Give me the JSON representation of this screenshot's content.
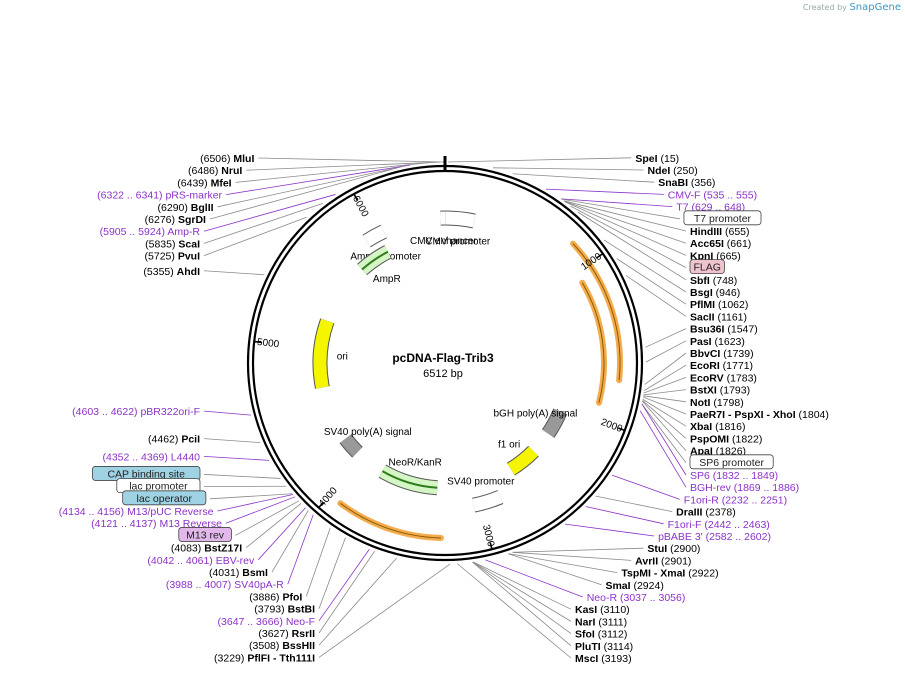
{
  "credit": {
    "prefix": "Created by",
    "brand": "SnapGene"
  },
  "plasmid": {
    "name": "pcDNA-Flag-Trib3",
    "size_label": "6512 bp",
    "length": 6512
  },
  "colors": {
    "site": "#000000",
    "primer": "#8b32c8",
    "leader": "#8a8a8a",
    "purpleLine": "#8b32c8",
    "backbone": "#000000",
    "orange": "#f2a33a",
    "green": "#72c23b",
    "yellow": "#f5f500",
    "grey": "#999999",
    "flagFill": "#f0c4cf",
    "lacFill": "#9fd2e2",
    "m13Fill": "#e2b8ec"
  },
  "ticks": [
    {
      "label": "1000",
      "pos": 1000
    },
    {
      "label": "2000",
      "pos": 2000
    },
    {
      "label": "3000",
      "pos": 3000
    },
    {
      "label": "4000",
      "pos": 4000
    },
    {
      "label": "5000",
      "pos": 5000
    },
    {
      "label": "6000",
      "pos": 6000
    }
  ],
  "labels": [
    {
      "name": "SpeI",
      "pos": 15,
      "side": "R",
      "kind": "site",
      "pre": "",
      "post": "(15)"
    },
    {
      "name": "NdeI",
      "pos": 250,
      "side": "R",
      "kind": "site",
      "pre": "",
      "post": "(250)"
    },
    {
      "name": "SnaBI",
      "pos": 356,
      "side": "R",
      "kind": "site",
      "pre": "",
      "post": "(356)"
    },
    {
      "name": "CMV-F",
      "pos": 545,
      "side": "R",
      "kind": "primer",
      "pre": "",
      "post": "(535 .. 555)"
    },
    {
      "name": "T7",
      "pos": 638,
      "side": "R",
      "kind": "primer",
      "pre": "",
      "post": "(629 .. 648)"
    },
    {
      "name": "T7 promoter",
      "pos": 640,
      "side": "R",
      "kind": "box",
      "box": "white",
      "pre": "",
      "post": ""
    },
    {
      "name": "HindIII",
      "pos": 655,
      "side": "R",
      "kind": "site",
      "pre": "",
      "post": "(655)"
    },
    {
      "name": "Acc65I",
      "pos": 661,
      "side": "R",
      "kind": "site",
      "pre": "",
      "post": "(661)"
    },
    {
      "name": "KpnI",
      "pos": 665,
      "side": "R",
      "kind": "site",
      "pre": "",
      "post": "(665)"
    },
    {
      "name": "FLAG",
      "pos": 700,
      "side": "R",
      "kind": "box",
      "box": "flag",
      "pre": "",
      "post": ""
    },
    {
      "name": "SbfI",
      "pos": 748,
      "side": "R",
      "kind": "site",
      "pre": "",
      "post": "(748)"
    },
    {
      "name": "BsgI",
      "pos": 946,
      "side": "R",
      "kind": "site",
      "pre": "",
      "post": "(946)"
    },
    {
      "name": "PflMI",
      "pos": 1062,
      "side": "R",
      "kind": "site",
      "pre": "",
      "post": "(1062)"
    },
    {
      "name": "SacII",
      "pos": 1161,
      "side": "R",
      "kind": "site",
      "pre": "",
      "post": "(1161)"
    },
    {
      "name": "Bsu36I",
      "pos": 1547,
      "side": "R",
      "kind": "site",
      "pre": "",
      "post": "(1547)"
    },
    {
      "name": "PasI",
      "pos": 1623,
      "side": "R",
      "kind": "site",
      "pre": "",
      "post": "(1623)"
    },
    {
      "name": "BbvCI",
      "pos": 1739,
      "side": "R",
      "kind": "site",
      "pre": "",
      "post": "(1739)"
    },
    {
      "name": "EcoRI",
      "pos": 1771,
      "side": "R",
      "kind": "site",
      "pre": "",
      "post": "(1771)"
    },
    {
      "name": "EcoRV",
      "pos": 1783,
      "side": "R",
      "kind": "site",
      "pre": "",
      "post": "(1783)"
    },
    {
      "name": "BstXI",
      "pos": 1793,
      "side": "R",
      "kind": "site",
      "pre": "",
      "post": "(1793)"
    },
    {
      "name": "NotI",
      "pos": 1798,
      "side": "R",
      "kind": "site",
      "pre": "",
      "post": "(1798)"
    },
    {
      "name": "PaeR7I - PspXI - XhoI",
      "pos": 1804,
      "side": "R",
      "kind": "site",
      "pre": "",
      "post": "(1804)"
    },
    {
      "name": "XbaI",
      "pos": 1816,
      "side": "R",
      "kind": "site",
      "pre": "",
      "post": "(1816)"
    },
    {
      "name": "PspOMI",
      "pos": 1822,
      "side": "R",
      "kind": "site",
      "pre": "",
      "post": "(1822)"
    },
    {
      "name": "ApaI",
      "pos": 1826,
      "side": "R",
      "kind": "site",
      "pre": "",
      "post": "(1826)"
    },
    {
      "name": "SP6 promoter",
      "pos": 1840,
      "side": "R",
      "kind": "box",
      "box": "white",
      "pre": "",
      "post": ""
    },
    {
      "name": "SP6",
      "pos": 1840,
      "side": "R",
      "kind": "primer",
      "pre": "",
      "post": "(1832 .. 1849)"
    },
    {
      "name": "BGH-rev",
      "pos": 1877,
      "side": "R",
      "kind": "primer",
      "pre": "",
      "post": "(1869 .. 1886)"
    },
    {
      "name": "F1ori-R",
      "pos": 2241,
      "side": "R",
      "kind": "primer",
      "pre": "",
      "post": "(2232 .. 2251)"
    },
    {
      "name": "DraIII",
      "pos": 2378,
      "side": "R",
      "kind": "site",
      "pre": "",
      "post": "(2378)"
    },
    {
      "name": "F1ori-F",
      "pos": 2452,
      "side": "R",
      "kind": "primer",
      "pre": "",
      "post": "(2442 .. 2463)"
    },
    {
      "name": "pBABE 3'",
      "pos": 2592,
      "side": "R",
      "kind": "primer",
      "pre": "",
      "post": "(2582 .. 2602)"
    },
    {
      "name": "StuI",
      "pos": 2900,
      "side": "R",
      "kind": "site",
      "pre": "",
      "post": "(2900)"
    },
    {
      "name": "AvrII",
      "pos": 2901,
      "side": "R",
      "kind": "site",
      "pre": "",
      "post": "(2901)"
    },
    {
      "name": "TspMI - XmaI",
      "pos": 2922,
      "side": "R",
      "kind": "site",
      "pre": "",
      "post": "(2922)"
    },
    {
      "name": "SmaI",
      "pos": 2924,
      "side": "R",
      "kind": "site",
      "pre": "",
      "post": "(2924)"
    },
    {
      "name": "Neo-R",
      "pos": 3046,
      "side": "R",
      "kind": "primer",
      "pre": "",
      "post": "(3037 .. 3056)"
    },
    {
      "name": "KasI",
      "pos": 3110,
      "side": "R",
      "kind": "site",
      "pre": "",
      "post": "(3110)"
    },
    {
      "name": "NarI",
      "pos": 3111,
      "side": "R",
      "kind": "site",
      "pre": "",
      "post": "(3111)"
    },
    {
      "name": "SfoI",
      "pos": 3112,
      "side": "R",
      "kind": "site",
      "pre": "",
      "post": "(3112)"
    },
    {
      "name": "PluTI",
      "pos": 3114,
      "side": "R",
      "kind": "site",
      "pre": "",
      "post": "(3114)"
    },
    {
      "name": "MscI",
      "pos": 3193,
      "side": "R",
      "kind": "site",
      "pre": "",
      "post": "(3193)"
    },
    {
      "name": "PflFI - Tth111I",
      "pos": 3229,
      "side": "L",
      "kind": "site",
      "pre": "(3229)",
      "post": ""
    },
    {
      "name": "BssHII",
      "pos": 3508,
      "side": "L",
      "kind": "site",
      "pre": "(3508)",
      "post": ""
    },
    {
      "name": "RsrII",
      "pos": 3627,
      "side": "L",
      "kind": "site",
      "pre": "(3627)",
      "post": ""
    },
    {
      "name": "Neo-F",
      "pos": 3656,
      "side": "L",
      "kind": "primer",
      "pre": "(3647 .. 3666)",
      "post": ""
    },
    {
      "name": "BstBI",
      "pos": 3793,
      "side": "L",
      "kind": "site",
      "pre": "(3793)",
      "post": ""
    },
    {
      "name": "PfoI",
      "pos": 3886,
      "side": "L",
      "kind": "site",
      "pre": "(3886)",
      "post": ""
    },
    {
      "name": "SV40pA-R",
      "pos": 3997,
      "side": "L",
      "kind": "primer",
      "pre": "(3988 .. 4007)",
      "post": ""
    },
    {
      "name": "BsmI",
      "pos": 4031,
      "side": "L",
      "kind": "site",
      "pre": "(4031)",
      "post": ""
    },
    {
      "name": "EBV-rev",
      "pos": 4051,
      "side": "L",
      "kind": "primer",
      "pre": "(4042 .. 4061)",
      "post": ""
    },
    {
      "name": "BstZ17I",
      "pos": 4083,
      "side": "L",
      "kind": "site",
      "pre": "(4083)",
      "post": ""
    },
    {
      "name": "M13 rev",
      "pos": 4100,
      "side": "L",
      "kind": "box",
      "box": "m13",
      "pre": "",
      "post": ""
    },
    {
      "name": "M13 Reverse",
      "pos": 4129,
      "side": "L",
      "kind": "primer",
      "pre": "(4121 .. 4137)",
      "post": ""
    },
    {
      "name": "lac operator",
      "pos": 4150,
      "side": "L",
      "kind": "box",
      "box": "lac",
      "pre": "",
      "post": ""
    },
    {
      "name": "M13/pUC Reverse",
      "pos": 4145,
      "side": "L",
      "kind": "primer",
      "pre": "(4134 .. 4156)",
      "post": ""
    },
    {
      "name": "lac promoter",
      "pos": 4200,
      "side": "L",
      "kind": "box",
      "box": "white",
      "pre": "",
      "post": ""
    },
    {
      "name": "CAP binding site",
      "pos": 4250,
      "side": "L",
      "kind": "box",
      "box": "lac",
      "pre": "",
      "post": ""
    },
    {
      "name": "L4440",
      "pos": 4360,
      "side": "L",
      "kind": "primer",
      "pre": "(4352 .. 4369)",
      "post": ""
    },
    {
      "name": "PciI",
      "pos": 4462,
      "side": "L",
      "kind": "site",
      "pre": "(4462)",
      "post": ""
    },
    {
      "name": "pBR322ori-F",
      "pos": 4612,
      "side": "L",
      "kind": "primer",
      "pre": "(4603 .. 4622)",
      "post": ""
    },
    {
      "name": "AhdI",
      "pos": 5355,
      "side": "L",
      "kind": "site",
      "pre": "(5355)",
      "post": ""
    },
    {
      "name": "PvuI",
      "pos": 5725,
      "side": "L",
      "kind": "site",
      "pre": "(5725)",
      "post": ""
    },
    {
      "name": "ScaI",
      "pos": 5835,
      "side": "L",
      "kind": "site",
      "pre": "(5835)",
      "post": ""
    },
    {
      "name": "Amp-R",
      "pos": 5915,
      "side": "L",
      "kind": "primer",
      "pre": "(5905 .. 5924)",
      "post": ""
    },
    {
      "name": "SgrDI",
      "pos": 6276,
      "side": "L",
      "kind": "site",
      "pre": "(6276)",
      "post": ""
    },
    {
      "name": "BglII",
      "pos": 6290,
      "side": "L",
      "kind": "site",
      "pre": "(6290)",
      "post": ""
    },
    {
      "name": "pRS-marker",
      "pos": 6332,
      "side": "L",
      "kind": "primer",
      "pre": "(6322 .. 6341)",
      "post": ""
    },
    {
      "name": "MfeI",
      "pos": 6439,
      "side": "L",
      "kind": "site",
      "pre": "(6439)",
      "post": ""
    },
    {
      "name": "NruI",
      "pos": 6486,
      "side": "L",
      "kind": "site",
      "pre": "(6486)",
      "post": ""
    },
    {
      "name": "MluI",
      "pos": 6506,
      "side": "L",
      "kind": "site",
      "pre": "(6506)",
      "post": ""
    }
  ],
  "features": [
    {
      "name": "CMV enhancer",
      "start": 6480,
      "end": 5,
      "shape": "white"
    },
    {
      "name": "CMV promoter",
      "start": 5,
      "end": 210,
      "shape": "white"
    },
    {
      "name": "AmpR promoter",
      "start": 5920,
      "end": 6060,
      "shape": "white"
    },
    {
      "name": "AmpR",
      "start": 5760,
      "end": 6020,
      "shape": "green",
      "dir": -1
    },
    {
      "name": "ori",
      "start": 4680,
      "end": 5240,
      "shape": "yellow",
      "dir": -1
    },
    {
      "name": "SV40 poly(A) signal",
      "start": 4060,
      "end": 4210,
      "shape": "grey"
    },
    {
      "name": "NeoR/KanR",
      "start": 3320,
      "end": 3800,
      "shape": "green",
      "dir": 1
    },
    {
      "name": "SV40 promoter",
      "start": 2850,
      "end": 3050,
      "shape": "white"
    },
    {
      "name": "f1 ori",
      "start": 2440,
      "end": 2680,
      "shape": "yellow",
      "dir": 1
    },
    {
      "name": "bGH poly(A) signal",
      "start": 2040,
      "end": 2250,
      "shape": "grey"
    }
  ],
  "orange_arcs": [
    {
      "start": 850,
      "end": 1730
    },
    {
      "start": 3280,
      "end": 3920
    },
    {
      "start": 1080,
      "end": 1890
    }
  ]
}
